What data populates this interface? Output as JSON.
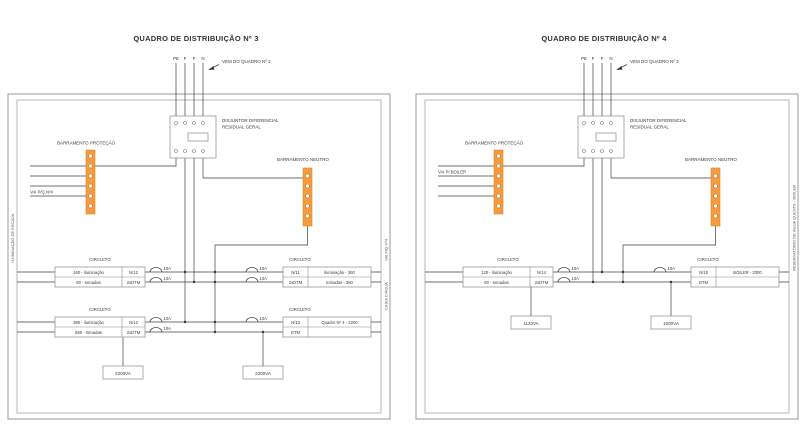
{
  "colors": {
    "busbar": "#F59B3D",
    "wire": "#404040",
    "frame": "#9A9A9A"
  },
  "panel3": {
    "title": "QUADRO DE DISTRIBUIÇÃO Nº 3",
    "feeders": [
      "PE",
      "F",
      "F",
      "N"
    ],
    "incoming": "VEM DO QUADRO Nº 2",
    "dr_line1": "DISJUNTOR DIFERENCIAL",
    "dr_line2": "RESIDUAL GERAL",
    "bus_protection": "BARRAMENTO PROTEÇÃO",
    "bus_neutral": "BARRAMENTO NEUTRO",
    "out_left": "VAI P/Q.Nº4",
    "side_left": "ILUMINAÇÃO DE ESCADA",
    "side_right_top": "VAI P/Q.Nº4",
    "side_right_bottom": "CAIXA D'ÁGUA",
    "circuit_header": "CIRCUITO",
    "g1_left": {
      "r1_load": "160 - iluminação",
      "r1_spec": "N/12",
      "r2_load": "80 - tomadas",
      "r2_spec": "2xDTM",
      "breaker1": "10A",
      "breaker2": "10A"
    },
    "g1_right": {
      "r1_spec": "N/11",
      "r1_load": "iluminação - 360",
      "r2_spec": "2xDTM",
      "r2_load": "tomadas - 360",
      "breaker1": "10A",
      "breaker2": "10A"
    },
    "g2_left": {
      "r1_load": "380 - iluminação",
      "r1_spec": "N/12",
      "r2_load": "550 - tomadas",
      "r2_spec": "2xDTM",
      "breaker1": "10A",
      "breaker2": "10A"
    },
    "g2_right": {
      "r1_spec": "N/13",
      "r1_load": "Quadro Nº 4 - 2200",
      "r2_spec": "DTM",
      "breaker1": "10A"
    },
    "va_left": "2200VA",
    "va_right": "2200VA"
  },
  "panel4": {
    "title": "QUADRO DE DISTRIBUIÇÃO Nº 4",
    "feeders": [
      "PE",
      "F",
      "F",
      "N"
    ],
    "incoming": "VEM DO QUADRO Nº 3",
    "dr_line1": "DISJUNTOR DIFERENCIAL",
    "dr_line2": "RESIDUAL GERAL",
    "bus_protection": "BARRAMENTO PROTEÇÃO",
    "bus_neutral": "BARRAMENTO NEUTRO",
    "out_left": "VAI P/ BOILER",
    "side_right": "RESERVATÓRIO DE ÁGUA QUENTE - BOILER",
    "circuit_header": "CIRCUITO",
    "g1_left": {
      "r1_load": "120 - iluminação",
      "r1_spec": "N/14",
      "r2_load": "80 - tomadas",
      "r2_spec": "2xDTM",
      "breaker1": "10A",
      "breaker2": "10A"
    },
    "g1_right": {
      "r1_spec": "N/15",
      "r1_load": "BOILER - 2000",
      "r2_spec": "DTM",
      "breaker1": "10A"
    },
    "va_left": "1120VA",
    "va_right": "1000VA"
  }
}
